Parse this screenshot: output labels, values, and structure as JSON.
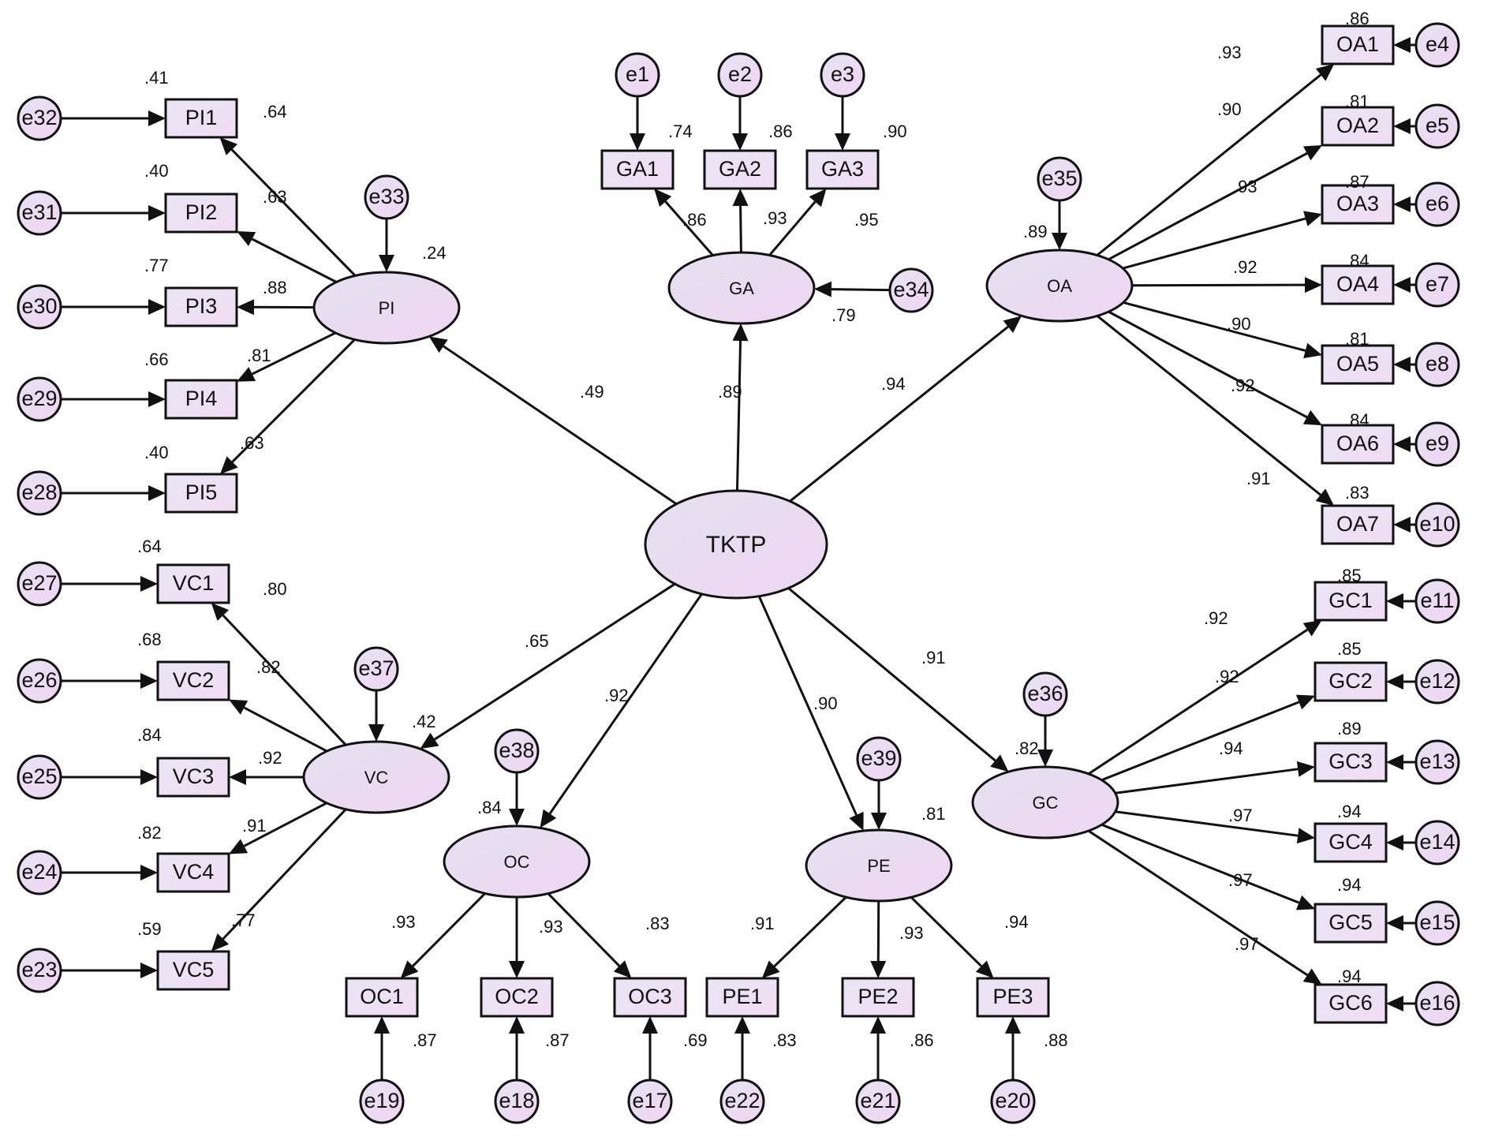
{
  "diagram": {
    "latent": [
      {
        "id": "TKTP",
        "label": "TKTP"
      },
      {
        "id": "PI",
        "label": "PI",
        "r2": ".24"
      },
      {
        "id": "GA",
        "label": "GA",
        "r2": ".79"
      },
      {
        "id": "OA",
        "label": "OA",
        "r2": ".89"
      },
      {
        "id": "VC",
        "label": "VC",
        "r2": ".42"
      },
      {
        "id": "OC",
        "label": "OC",
        "r2": ".84"
      },
      {
        "id": "PE",
        "label": "PE",
        "r2": ".81"
      },
      {
        "id": "GC",
        "label": "GC",
        "r2": ".82"
      }
    ],
    "structural_paths": [
      {
        "from": "TKTP",
        "to": "PI",
        "coef": ".49"
      },
      {
        "from": "TKTP",
        "to": "GA",
        "coef": ".89"
      },
      {
        "from": "TKTP",
        "to": "OA",
        "coef": ".94"
      },
      {
        "from": "TKTP",
        "to": "VC",
        "coef": ".65"
      },
      {
        "from": "TKTP",
        "to": "OC",
        "coef": ".92"
      },
      {
        "from": "TKTP",
        "to": "PE",
        "coef": ".90"
      },
      {
        "from": "TKTP",
        "to": "GC",
        "coef": ".91"
      }
    ],
    "indicators": [
      {
        "id": "PI1",
        "factor": "PI",
        "loading": ".64",
        "r2": ".41",
        "error": "e32"
      },
      {
        "id": "PI2",
        "factor": "PI",
        "loading": ".63",
        "r2": ".40",
        "error": "e31"
      },
      {
        "id": "PI3",
        "factor": "PI",
        "loading": ".88",
        "r2": ".77",
        "error": "e30"
      },
      {
        "id": "PI4",
        "factor": "PI",
        "loading": ".81",
        "r2": ".66",
        "error": "e29"
      },
      {
        "id": "PI5",
        "factor": "PI",
        "loading": ".63",
        "r2": ".40",
        "error": "e28"
      },
      {
        "id": "GA1",
        "factor": "GA",
        "loading": ".86",
        "r2": ".74",
        "error": "e1"
      },
      {
        "id": "GA2",
        "factor": "GA",
        "loading": ".93",
        "r2": ".86",
        "error": "e2"
      },
      {
        "id": "GA3",
        "factor": "GA",
        "loading": ".95",
        "r2": ".90",
        "error": "e3"
      },
      {
        "id": "OA1",
        "factor": "OA",
        "loading": ".93",
        "r2": ".86",
        "error": "e4"
      },
      {
        "id": "OA2",
        "factor": "OA",
        "loading": ".90",
        "r2": ".81",
        "error": "e5"
      },
      {
        "id": "OA3",
        "factor": "OA",
        "loading": ".93",
        "r2": ".87",
        "error": "e6"
      },
      {
        "id": "OA4",
        "factor": "OA",
        "loading": ".92",
        "r2": ".84",
        "error": "e7"
      },
      {
        "id": "OA5",
        "factor": "OA",
        "loading": ".90",
        "r2": ".81",
        "error": "e8"
      },
      {
        "id": "OA6",
        "factor": "OA",
        "loading": ".92",
        "r2": ".84",
        "error": "e9"
      },
      {
        "id": "OA7",
        "factor": "OA",
        "loading": ".91",
        "r2": ".83",
        "error": "e10"
      },
      {
        "id": "VC1",
        "factor": "VC",
        "loading": ".80",
        "r2": ".64",
        "error": "e27"
      },
      {
        "id": "VC2",
        "factor": "VC",
        "loading": ".82",
        "r2": ".68",
        "error": "e26"
      },
      {
        "id": "VC3",
        "factor": "VC",
        "loading": ".92",
        "r2": ".84",
        "error": "e25"
      },
      {
        "id": "VC4",
        "factor": "VC",
        "loading": ".91",
        "r2": ".82",
        "error": "e24"
      },
      {
        "id": "VC5",
        "factor": "VC",
        "loading": ".77",
        "r2": ".59",
        "error": "e23"
      },
      {
        "id": "OC1",
        "factor": "OC",
        "loading": ".93",
        "r2": ".87",
        "error": "e19"
      },
      {
        "id": "OC2",
        "factor": "OC",
        "loading": ".93",
        "r2": ".87",
        "error": "e18"
      },
      {
        "id": "OC3",
        "factor": "OC",
        "loading": ".83",
        "r2": ".69",
        "error": "e17"
      },
      {
        "id": "PE1",
        "factor": "PE",
        "loading": ".91",
        "r2": ".83",
        "error": "e22"
      },
      {
        "id": "PE2",
        "factor": "PE",
        "loading": ".93",
        "r2": ".86",
        "error": "e21"
      },
      {
        "id": "PE3",
        "factor": "PE",
        "loading": ".94",
        "r2": ".88",
        "error": "e20"
      },
      {
        "id": "GC1",
        "factor": "GC",
        "loading": ".92",
        "r2": ".85",
        "error": "e11"
      },
      {
        "id": "GC2",
        "factor": "GC",
        "loading": ".92",
        "r2": ".85",
        "error": "e12"
      },
      {
        "id": "GC3",
        "factor": "GC",
        "loading": ".94",
        "r2": ".89",
        "error": "e13"
      },
      {
        "id": "GC4",
        "factor": "GC",
        "loading": ".97",
        "r2": ".94",
        "error": "e14"
      },
      {
        "id": "GC5",
        "factor": "GC",
        "loading": ".97",
        "r2": ".94",
        "error": "e15"
      },
      {
        "id": "GC6",
        "factor": "GC",
        "loading": ".97",
        "r2": ".94",
        "error": "e16"
      }
    ],
    "disturbances": [
      {
        "id": "e33",
        "factor": "PI"
      },
      {
        "id": "e34",
        "factor": "GA"
      },
      {
        "id": "e35",
        "factor": "OA"
      },
      {
        "id": "e37",
        "factor": "VC"
      },
      {
        "id": "e38",
        "factor": "OC"
      },
      {
        "id": "e39",
        "factor": "PE"
      },
      {
        "id": "e36",
        "factor": "GC"
      }
    ]
  }
}
